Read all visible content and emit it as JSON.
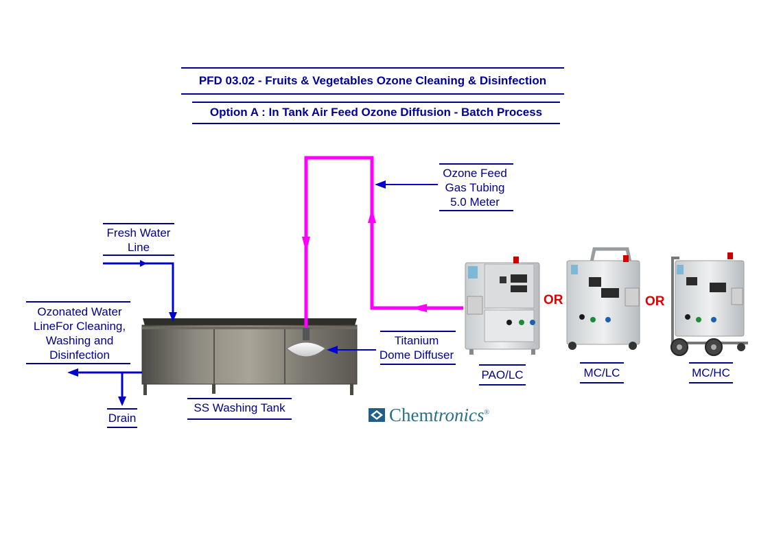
{
  "title": {
    "line1": "PFD 03.02 - Fruits & Vegetables Ozone Cleaning & Disinfection",
    "line2": "Option A : In Tank Air Feed Ozone Diffusion - Batch Process"
  },
  "labels": {
    "fresh_water": [
      "Fresh Water",
      "Line"
    ],
    "ozonated_water": [
      "Ozonated Water",
      "LineFor Cleaning,",
      "Washing and",
      "Disinfection"
    ],
    "drain": "Drain",
    "tank": "SS Washing Tank",
    "ozone_feed": [
      "Ozone Feed",
      "Gas Tubing",
      "5.0 Meter"
    ],
    "diffuser": [
      "Titanium",
      "Dome Diffuser"
    ]
  },
  "generators": [
    {
      "model": "PAO/LC"
    },
    {
      "model": "MC/LC"
    },
    {
      "model": "MC/HC"
    }
  ],
  "separator": "OR",
  "logo": {
    "brand_a": "Chem",
    "brand_b": "tronics",
    "mark": "®"
  },
  "colors": {
    "water_line": "#0000cc",
    "ozone_line": "#ff00ff",
    "label_text": "#00008b",
    "or_text": "#e00000",
    "brand": "#2b6f8a"
  }
}
